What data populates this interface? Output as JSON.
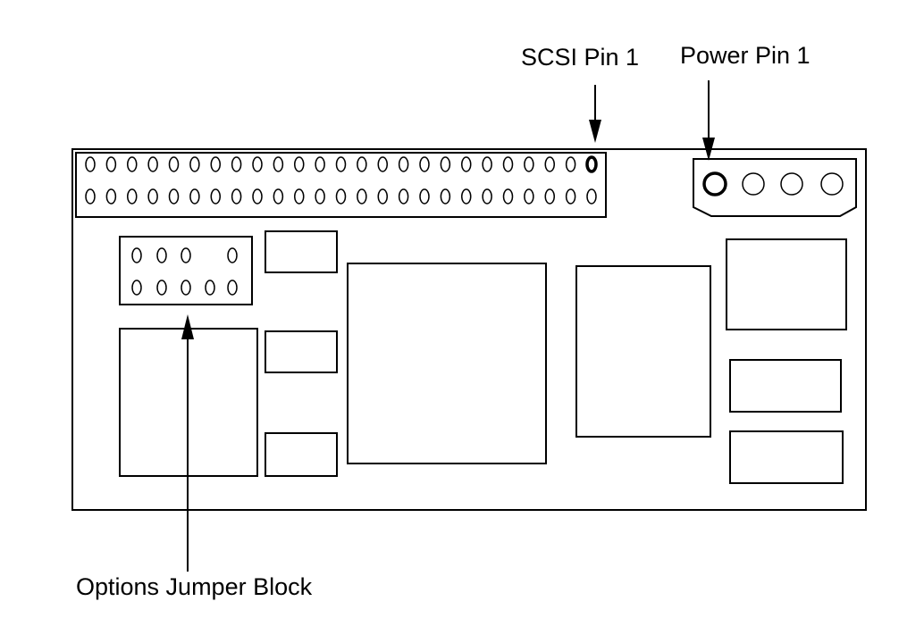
{
  "labels": {
    "scsi_pin1": "SCSI Pin 1",
    "power_pin1": "Power Pin 1",
    "options_jumper_block": "Options Jumper Block"
  },
  "scsi_connector": {
    "rows": 2,
    "pins_per_row": 25
  },
  "power_connector": {
    "pins": 4
  },
  "jumper_block": {
    "top_row_pins": 4,
    "bottom_row_pins": 5
  },
  "colors": {
    "line": "#000000",
    "background": "#ffffff"
  }
}
